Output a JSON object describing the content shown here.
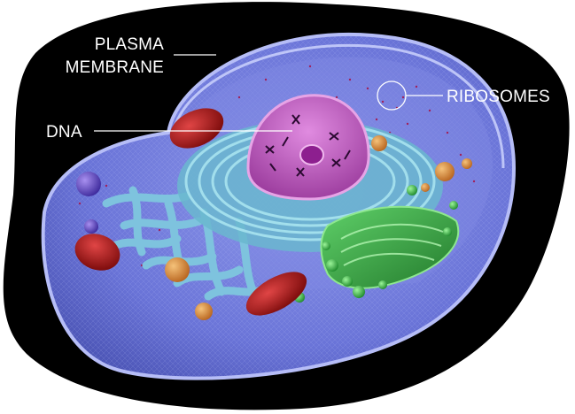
{
  "labels": {
    "plasma_membrane_line1": "PLASMA",
    "plasma_membrane_line2": "MEMBRANE",
    "dna": "DNA",
    "ribosomes": "RIBOSOMES"
  },
  "colors": {
    "background": "#000000",
    "cytoplasm": "#6a74d8",
    "membrane": "#8d96ea",
    "er": "#79c7d6",
    "nucleus": "#c05bbd",
    "golgi": "#3cae49",
    "mitochondria": "#b41414",
    "vesicle_orange": "#d68a3c",
    "vesicle_purple": "#6a48c8",
    "label_text": "#ffffff"
  }
}
